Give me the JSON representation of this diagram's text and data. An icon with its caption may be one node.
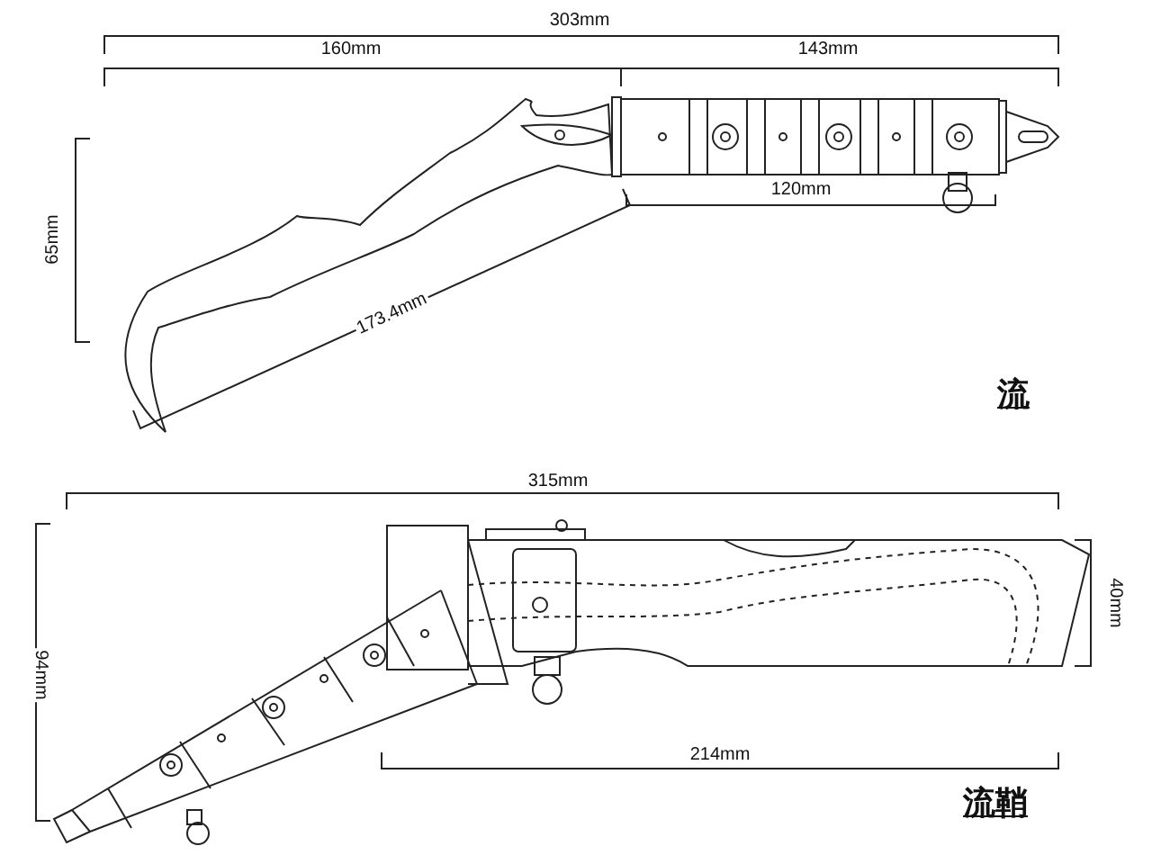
{
  "diagram": {
    "labels": [
      "303mm",
      "160mm",
      "143mm",
      "65mm",
      "120mm",
      "173.4mm",
      "流",
      "315mm",
      "94mm",
      "40mm",
      "214mm",
      "流鞘"
    ]
  }
}
